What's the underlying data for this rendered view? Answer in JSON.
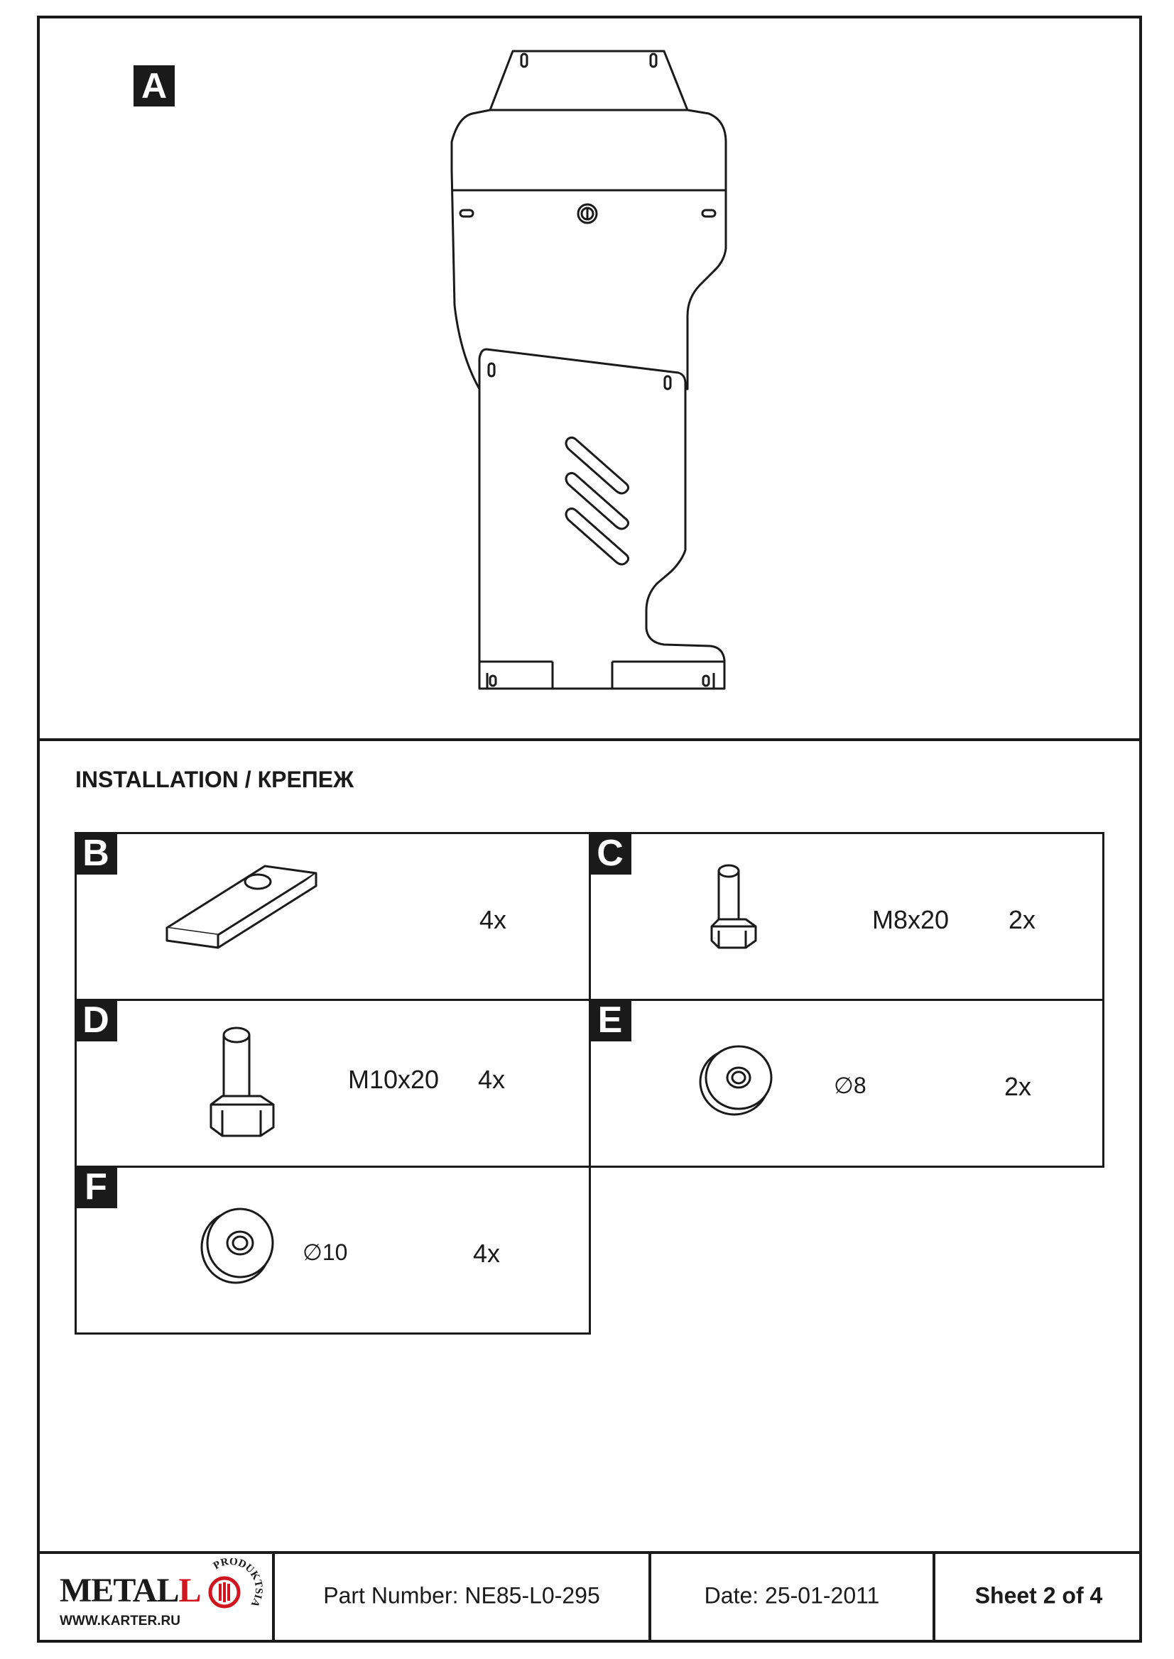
{
  "drawing": {
    "label_a": "A"
  },
  "installation": {
    "title": "INSTALLATION / КРЕПЕЖ",
    "items": [
      {
        "tag": "B",
        "spec": "",
        "qty": "4x"
      },
      {
        "tag": "C",
        "spec": "M8x20",
        "qty": "2x"
      },
      {
        "tag": "D",
        "spec": "M10x20",
        "qty": "4x"
      },
      {
        "tag": "E",
        "spec": "∅8",
        "qty": "2x"
      },
      {
        "tag": "F",
        "spec": "∅10",
        "qty": "4x"
      }
    ]
  },
  "footer": {
    "logo_text_1": "METAL",
    "logo_text_2": "L",
    "logo_arc_text": "PRODUKTSIA",
    "logo_url": "WWW.KARTER.RU",
    "part_number": "Part Number:  NE85-L0-295",
    "date": "Date: 25-01-2011",
    "sheet": "Sheet 2 of 4"
  },
  "colors": {
    "ink": "#1a1a1a",
    "logo_red": "#d0161f"
  }
}
